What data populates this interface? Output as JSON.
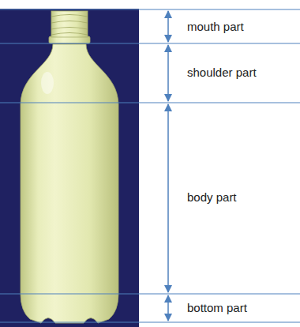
{
  "diagram": {
    "labels": [
      "mouth part",
      "shoulder part",
      "body part",
      "bottom part"
    ]
  }
}
